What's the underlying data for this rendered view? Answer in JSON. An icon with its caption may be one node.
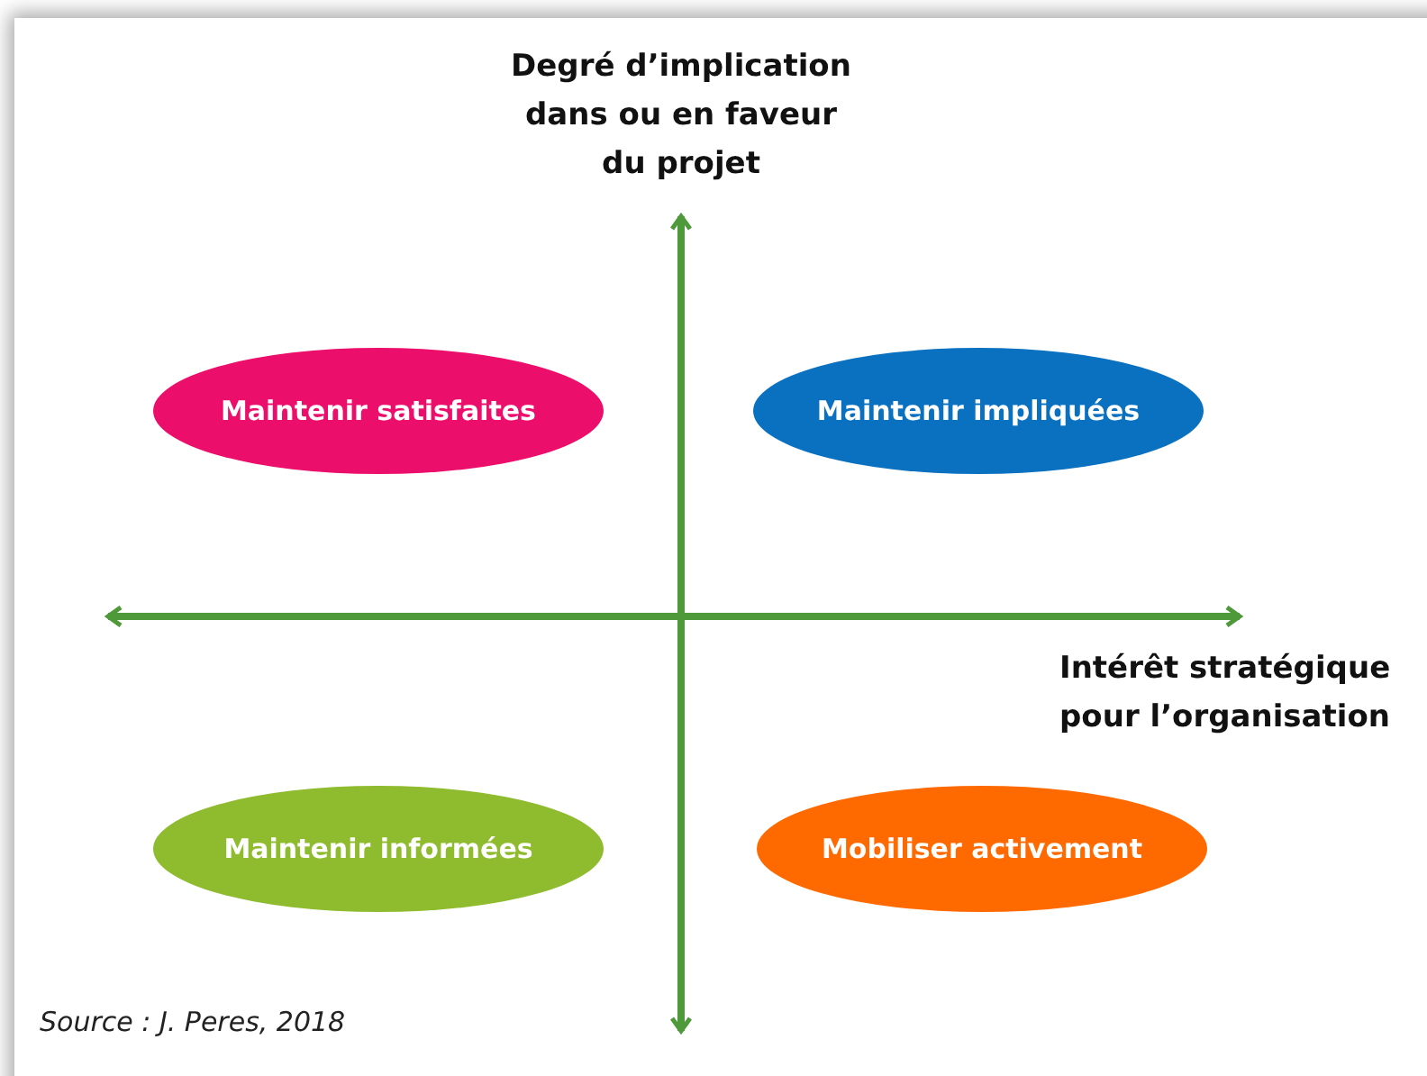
{
  "diagram": {
    "caption": "Source : J. Peres, 2018",
    "nodes": [
      {
        "text": [
          "Maintenir satisfaites"
        ]
      },
      {
        "text": [
          "Maintenir impliquées"
        ]
      },
      {
        "text": [
          "Maintenir informées"
        ]
      },
      {
        "text": [
          "Mobiliser activement"
        ]
      }
    ],
    "labels": [
      "Degré d’implication dans ou en faveur du projet",
      "Intérêt stratégique pour l’organisation"
    ]
  }
}
